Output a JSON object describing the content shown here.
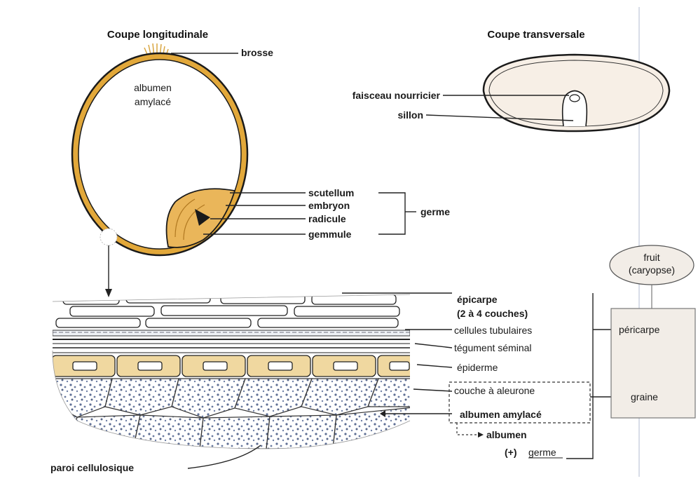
{
  "long_section": {
    "title": "Coupe longitudinale",
    "brosse": "brosse",
    "albumen_line1": "albumen",
    "albumen_line2": "amylacé",
    "scutellum": "scutellum",
    "embryon": "embryon",
    "radicule": "radicule",
    "gemmule": "gemmule",
    "germe": "germe"
  },
  "cross_section": {
    "title": "Coupe transversale",
    "faisceau": "faisceau nourricier",
    "sillon": "sillon"
  },
  "tissue_layers": {
    "epicarpe": "épicarpe",
    "epicarpe_detail": "(2 à 4 couches)",
    "cellules_tubulaires": "cellules tubulaires",
    "tegument_seminal": "tégument séminal",
    "epiderme": "épiderme",
    "couche_aleurone": "couche à aleurone",
    "albumen_amylace": "albumen amylacé",
    "albumen": "albumen",
    "plus_germe_prefix": "(+)",
    "plus_germe_word": "germe",
    "paroi": "paroi cellulosique"
  },
  "classification": {
    "fruit_line1": "fruit",
    "fruit_line2": "(caryopse)",
    "pericarpe": "péricarpe",
    "graine": "graine"
  },
  "colors": {
    "husk": "#e2a83a",
    "kernel": "#f7efe6",
    "aleurone_cell": "#f0d8a0",
    "box_fill": "#f2ede7"
  }
}
